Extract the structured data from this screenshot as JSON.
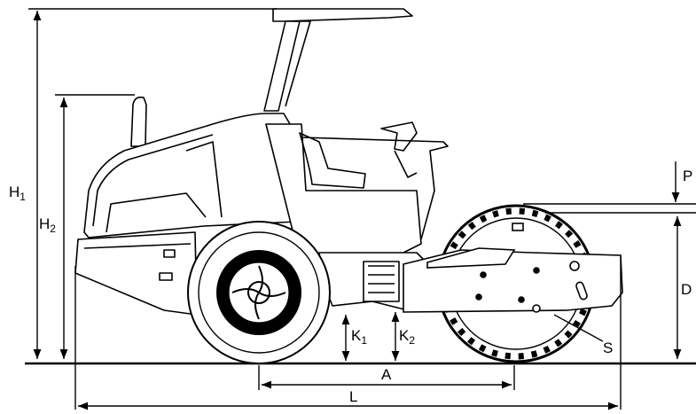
{
  "labels": {
    "h1": {
      "main": "H",
      "sub": "1"
    },
    "h2": {
      "main": "H",
      "sub": "2"
    },
    "p": "P",
    "d": "D",
    "k1": {
      "main": "K",
      "sub": "1"
    },
    "k2": {
      "main": "K",
      "sub": "2"
    },
    "s": "S",
    "a": "A",
    "l": "L"
  }
}
